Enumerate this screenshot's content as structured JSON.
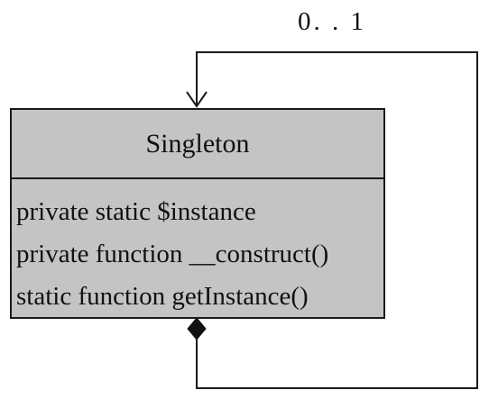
{
  "class": {
    "name": "Singleton",
    "members": [
      "private static $instance",
      "private function __construct()",
      "static function getInstance()"
    ]
  },
  "association": {
    "type": "composition",
    "self_reference": true,
    "multiplicity": "0. . 1"
  },
  "colors": {
    "box_fill": "#c4c4c4",
    "stroke": "#1a1a1a",
    "background": "#ffffff"
  }
}
